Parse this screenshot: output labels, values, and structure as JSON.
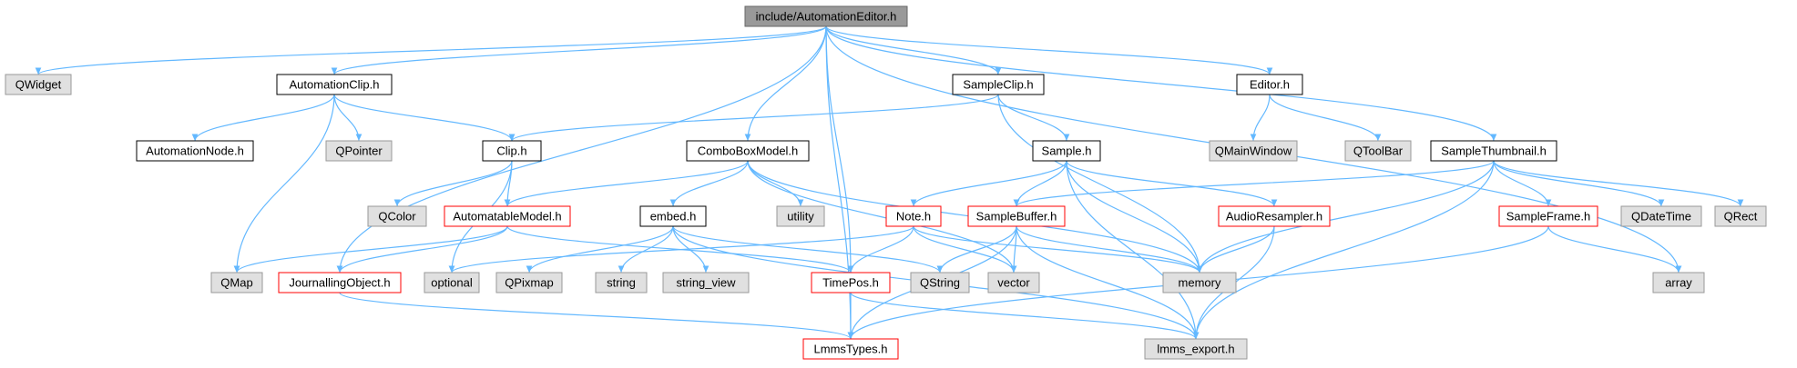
{
  "colors": {
    "edge": "#63b8ff",
    "root_fill": "#999999",
    "root_border": "#666666",
    "file_fill": "#ffffff",
    "file_border": "#000000",
    "system_fill": "#e0e0e0",
    "system_border": "#999999",
    "truncated_border": "#ff0000",
    "text": "#000000"
  },
  "nodes": [
    {
      "id": "root",
      "label": "include/AutomationEditor.h",
      "kind": "root"
    },
    {
      "id": "qwidget",
      "label": "QWidget",
      "kind": "system"
    },
    {
      "id": "automationclip",
      "label": "AutomationClip.h",
      "kind": "file"
    },
    {
      "id": "sampleclip",
      "label": "SampleClip.h",
      "kind": "file"
    },
    {
      "id": "editor",
      "label": "Editor.h",
      "kind": "file"
    },
    {
      "id": "automationnode",
      "label": "AutomationNode.h",
      "kind": "file"
    },
    {
      "id": "qpointer",
      "label": "QPointer",
      "kind": "system"
    },
    {
      "id": "clip",
      "label": "Clip.h",
      "kind": "file"
    },
    {
      "id": "comboboxmodel",
      "label": "ComboBoxModel.h",
      "kind": "file"
    },
    {
      "id": "sample",
      "label": "Sample.h",
      "kind": "file"
    },
    {
      "id": "qmainwindow",
      "label": "QMainWindow",
      "kind": "system"
    },
    {
      "id": "qtoolbar",
      "label": "QToolBar",
      "kind": "system"
    },
    {
      "id": "samplethumbnail",
      "label": "SampleThumbnail.h",
      "kind": "file"
    },
    {
      "id": "qcolor",
      "label": "QColor",
      "kind": "system"
    },
    {
      "id": "automatablemodel",
      "label": "AutomatableModel.h",
      "kind": "truncated"
    },
    {
      "id": "embed",
      "label": "embed.h",
      "kind": "file"
    },
    {
      "id": "utility",
      "label": "utility",
      "kind": "system"
    },
    {
      "id": "note",
      "label": "Note.h",
      "kind": "truncated"
    },
    {
      "id": "samplebuffer",
      "label": "SampleBuffer.h",
      "kind": "truncated"
    },
    {
      "id": "audioresampler",
      "label": "AudioResampler.h",
      "kind": "truncated"
    },
    {
      "id": "sampleframe",
      "label": "SampleFrame.h",
      "kind": "truncated"
    },
    {
      "id": "qdatetime",
      "label": "QDateTime",
      "kind": "system"
    },
    {
      "id": "qrect",
      "label": "QRect",
      "kind": "system"
    },
    {
      "id": "qmap",
      "label": "QMap",
      "kind": "system"
    },
    {
      "id": "journallingobject",
      "label": "JournallingObject.h",
      "kind": "truncated"
    },
    {
      "id": "optional",
      "label": "optional",
      "kind": "system"
    },
    {
      "id": "qpixmap",
      "label": "QPixmap",
      "kind": "system"
    },
    {
      "id": "string",
      "label": "string",
      "kind": "system"
    },
    {
      "id": "string_view",
      "label": "string_view",
      "kind": "system"
    },
    {
      "id": "timepos",
      "label": "TimePos.h",
      "kind": "truncated"
    },
    {
      "id": "qstring",
      "label": "QString",
      "kind": "system"
    },
    {
      "id": "vector",
      "label": "vector",
      "kind": "system"
    },
    {
      "id": "memory",
      "label": "memory",
      "kind": "system"
    },
    {
      "id": "array",
      "label": "array",
      "kind": "system"
    },
    {
      "id": "lmmstypes",
      "label": "LmmsTypes.h",
      "kind": "truncated"
    },
    {
      "id": "lmms_export",
      "label": "lmms_export.h",
      "kind": "system"
    }
  ],
  "edges": [
    [
      "root",
      "qwidget"
    ],
    [
      "root",
      "automationclip"
    ],
    [
      "root",
      "sampleclip"
    ],
    [
      "root",
      "editor"
    ],
    [
      "root",
      "samplethumbnail"
    ],
    [
      "root",
      "comboboxmodel"
    ],
    [
      "root",
      "journallingobject"
    ],
    [
      "root",
      "timepos"
    ],
    [
      "root",
      "lmmstypes"
    ],
    [
      "root",
      "array"
    ],
    [
      "automationclip",
      "automationnode"
    ],
    [
      "automationclip",
      "qpointer"
    ],
    [
      "automationclip",
      "clip"
    ],
    [
      "automationclip",
      "qmap"
    ],
    [
      "sampleclip",
      "clip"
    ],
    [
      "sampleclip",
      "sample"
    ],
    [
      "sampleclip",
      "memory"
    ],
    [
      "editor",
      "qmainwindow"
    ],
    [
      "editor",
      "qtoolbar"
    ],
    [
      "clip",
      "qcolor"
    ],
    [
      "clip",
      "automatablemodel"
    ],
    [
      "clip",
      "optional"
    ],
    [
      "comboboxmodel",
      "automatablemodel"
    ],
    [
      "comboboxmodel",
      "embed"
    ],
    [
      "comboboxmodel",
      "utility"
    ],
    [
      "comboboxmodel",
      "vector"
    ],
    [
      "comboboxmodel",
      "memory"
    ],
    [
      "sample",
      "note"
    ],
    [
      "sample",
      "samplebuffer"
    ],
    [
      "sample",
      "audioresampler"
    ],
    [
      "sample",
      "memory"
    ],
    [
      "sample",
      "lmms_export"
    ],
    [
      "samplethumbnail",
      "samplebuffer"
    ],
    [
      "samplethumbnail",
      "sampleframe"
    ],
    [
      "samplethumbnail",
      "qdatetime"
    ],
    [
      "samplethumbnail",
      "qrect"
    ],
    [
      "samplethumbnail",
      "memory"
    ],
    [
      "samplethumbnail",
      "lmms_export"
    ],
    [
      "automatablemodel",
      "qmap"
    ],
    [
      "automatablemodel",
      "journallingobject"
    ],
    [
      "automatablemodel",
      "timepos"
    ],
    [
      "embed",
      "qpixmap"
    ],
    [
      "embed",
      "string"
    ],
    [
      "embed",
      "string_view"
    ],
    [
      "embed",
      "qstring"
    ],
    [
      "embed",
      "lmms_export"
    ],
    [
      "note",
      "optional"
    ],
    [
      "note",
      "timepos"
    ],
    [
      "note",
      "vector"
    ],
    [
      "note",
      "memory"
    ],
    [
      "samplebuffer",
      "qstring"
    ],
    [
      "samplebuffer",
      "vector"
    ],
    [
      "samplebuffer",
      "memory"
    ],
    [
      "samplebuffer",
      "lmmstypes"
    ],
    [
      "samplebuffer",
      "lmms_export"
    ],
    [
      "audioresampler",
      "memory"
    ],
    [
      "audioresampler",
      "lmms_export"
    ],
    [
      "sampleframe",
      "array"
    ],
    [
      "sampleframe",
      "lmmstypes"
    ],
    [
      "journallingobject",
      "lmmstypes"
    ],
    [
      "timepos",
      "lmmstypes"
    ],
    [
      "timepos",
      "lmms_export"
    ]
  ]
}
